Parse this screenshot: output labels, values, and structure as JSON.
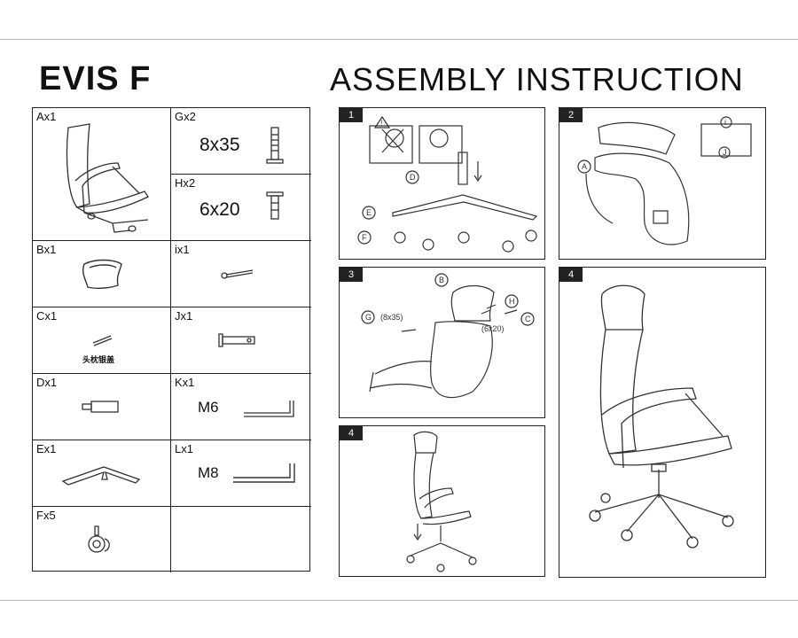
{
  "header": {
    "model": "EVIS F",
    "title": "ASSEMBLY INSTRUCTION"
  },
  "parts": [
    {
      "id": "A",
      "label": "Ax1"
    },
    {
      "id": "G",
      "label": "Gx2",
      "size": "8x35"
    },
    {
      "id": "H",
      "label": "Hx2",
      "size": "6x20"
    },
    {
      "id": "B",
      "label": "Bx1"
    },
    {
      "id": "I",
      "label": "ix1"
    },
    {
      "id": "C",
      "label": "Cx1",
      "note": "头枕银盖"
    },
    {
      "id": "J",
      "label": "Jx1"
    },
    {
      "id": "D",
      "label": "Dx1"
    },
    {
      "id": "K",
      "label": "Kx1",
      "size": "M6"
    },
    {
      "id": "E",
      "label": "Ex1"
    },
    {
      "id": "L",
      "label": "Lx1",
      "size": "M8"
    },
    {
      "id": "F",
      "label": "Fx5"
    }
  ],
  "steps": [
    {
      "number": "1",
      "callouts": [
        "D",
        "E",
        "F"
      ]
    },
    {
      "number": "2",
      "callouts": [
        "A",
        "i",
        "J"
      ]
    },
    {
      "number": "3",
      "callouts": [
        "B",
        "G",
        "H",
        "C"
      ],
      "sizes": [
        "(8x35)",
        "(6x20)"
      ]
    },
    {
      "number": "4"
    },
    {
      "number": "4"
    }
  ]
}
